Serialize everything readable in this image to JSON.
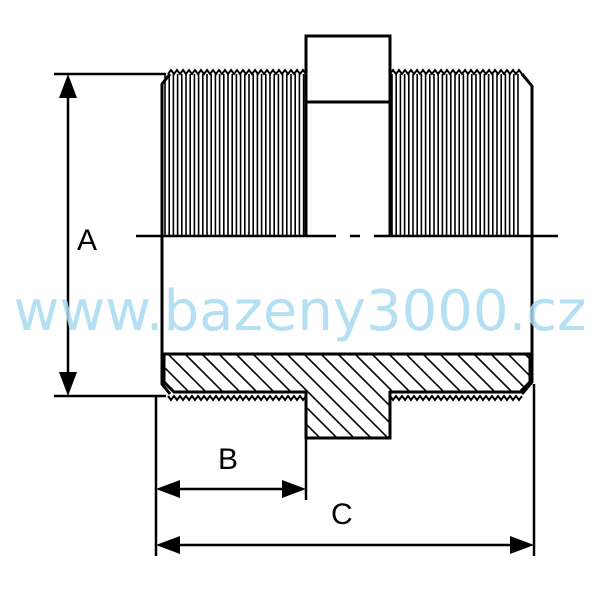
{
  "labels": {
    "dim_a": "A",
    "dim_b": "B",
    "dim_c": "C"
  },
  "watermark": "www.bazeny3000.cz",
  "colors": {
    "line": "#000000",
    "background": "#ffffff",
    "watermark": "#a9dbf2"
  }
}
